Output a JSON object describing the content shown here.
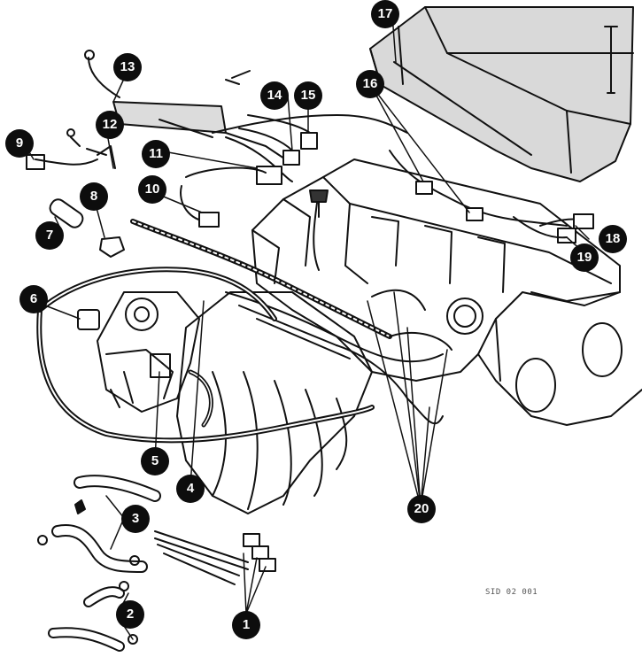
{
  "diagram": {
    "callouts": [
      "1",
      "2",
      "3",
      "4",
      "5",
      "6",
      "7",
      "8",
      "9",
      "10",
      "11",
      "12",
      "13",
      "14",
      "15",
      "16",
      "17",
      "18",
      "19",
      "20"
    ],
    "reference_code": "SID 02 001",
    "colors": {
      "ink": "#0d0d0d",
      "paper": "#ffffff"
    }
  }
}
